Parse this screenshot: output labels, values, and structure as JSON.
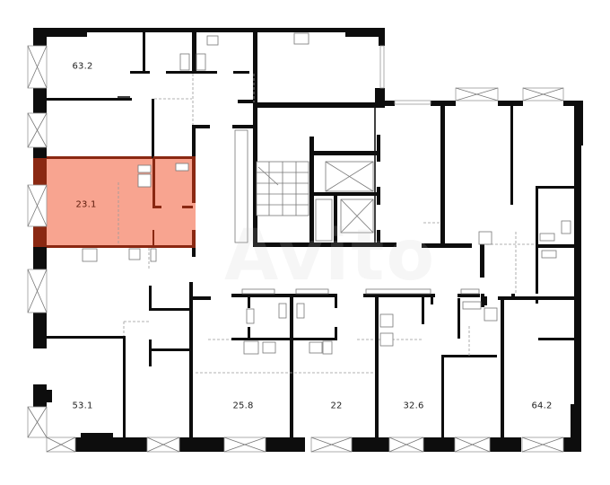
{
  "floor_plan": {
    "highlight_color": "#F8A490",
    "highlight_wall_color": "#8A2812",
    "wall_color": "#0D0D0D",
    "watermark": "Avito",
    "units": [
      {
        "id": "unit-63-2",
        "area": "63.2",
        "highlighted": false
      },
      {
        "id": "unit-23-1",
        "area": "23.1",
        "highlighted": true
      },
      {
        "id": "unit-53-1",
        "area": "53.1",
        "highlighted": false
      },
      {
        "id": "unit-25-8",
        "area": "25.8",
        "highlighted": false
      },
      {
        "id": "unit-22",
        "area": "22",
        "highlighted": false
      },
      {
        "id": "unit-32-6",
        "area": "32.6",
        "highlighted": false
      },
      {
        "id": "unit-64-2",
        "area": "64.2",
        "highlighted": false
      }
    ]
  }
}
